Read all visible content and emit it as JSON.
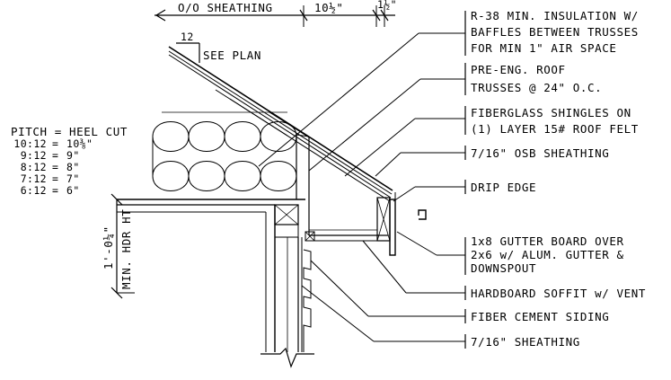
{
  "dimensions": {
    "sheathing_oo": "O/O SHEATHING",
    "overhang": "10½\"",
    "fascia": "1½\"",
    "header_height_value": "1'-0¼\"",
    "header_height_label": "MIN. HDR HT"
  },
  "slope": {
    "run": "12",
    "see_plan": "SEE PLAN"
  },
  "pitch_table": {
    "header": "PITCH = HEEL CUT",
    "rows": [
      {
        "pitch": "10:12",
        "heel": "10⅜\""
      },
      {
        "pitch": "9:12",
        "heel": "9\""
      },
      {
        "pitch": "8:12",
        "heel": "8\""
      },
      {
        "pitch": "7:12",
        "heel": "7\""
      },
      {
        "pitch": "6:12",
        "heel": "6\""
      }
    ]
  },
  "callouts": [
    {
      "lines": [
        "R-38 MIN. INSULATION W/",
        "BAFFLES BETWEEN TRUSSES",
        "FOR MIN 1\" AIR SPACE"
      ]
    },
    {
      "lines": [
        "PRE-ENG. ROOF",
        "TRUSSES @ 24\" O.C."
      ]
    },
    {
      "lines": [
        "FIBERGLASS SHINGLES ON",
        "(1) LAYER 15# ROOF FELT"
      ]
    },
    {
      "lines": [
        "7/16\" OSB SHEATHING"
      ]
    },
    {
      "lines": [
        "DRIP EDGE"
      ]
    },
    {
      "lines": [
        "1x8 GUTTER BOARD OVER",
        "2x6 w/ ALUM. GUTTER &",
        "DOWNSPOUT"
      ]
    },
    {
      "lines": [
        "HARDBOARD SOFFIT w/ VENT"
      ]
    },
    {
      "lines": [
        "FIBER CEMENT SIDING"
      ]
    },
    {
      "lines": [
        "7/16\" SHEATHING"
      ]
    }
  ]
}
